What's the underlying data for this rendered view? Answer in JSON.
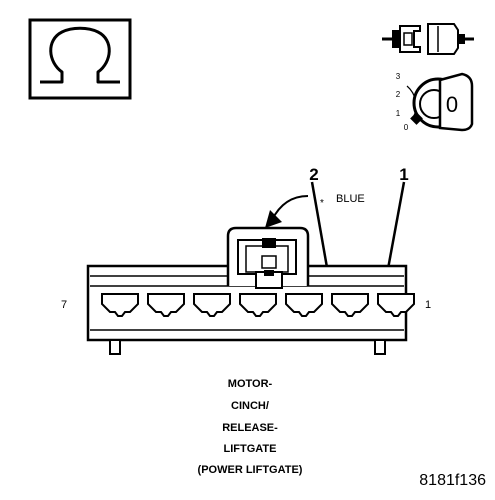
{
  "diagram": {
    "figure_id": "8181f136",
    "connector_caption": [
      "MOTOR-",
      "CINCH/",
      "RELEASE-",
      "LIFTGATE",
      "(POWER LIFTGATE)"
    ],
    "connector_color": "BLUE",
    "color_marker": "*",
    "pin_end_labels": {
      "left": "7",
      "right": "1"
    },
    "callouts": [
      {
        "label": "2"
      },
      {
        "label": "1"
      }
    ],
    "key_positions": [
      "3",
      "2",
      "1",
      "0"
    ],
    "key_cylinder_label": "0",
    "icons": {
      "ohm_box": "ohmmeter-symbol-icon",
      "connector_pair": "connector-disconnect-icon",
      "ignition_key": "ignition-key-off-icon"
    },
    "cavity_count": 7
  }
}
